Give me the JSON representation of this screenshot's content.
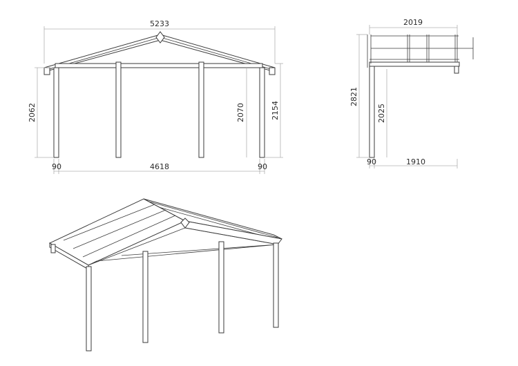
{
  "front_view": {
    "overall_width": "5233",
    "post_height_left": "2062",
    "post_height_inner": "2070",
    "overall_height": "2154",
    "post_width_left": "90",
    "post_span": "4618",
    "post_width_right": "90"
  },
  "side_view": {
    "roof_depth": "2019",
    "total_height": "2821",
    "post_height": "2025",
    "post_width": "90",
    "span": "1910"
  }
}
